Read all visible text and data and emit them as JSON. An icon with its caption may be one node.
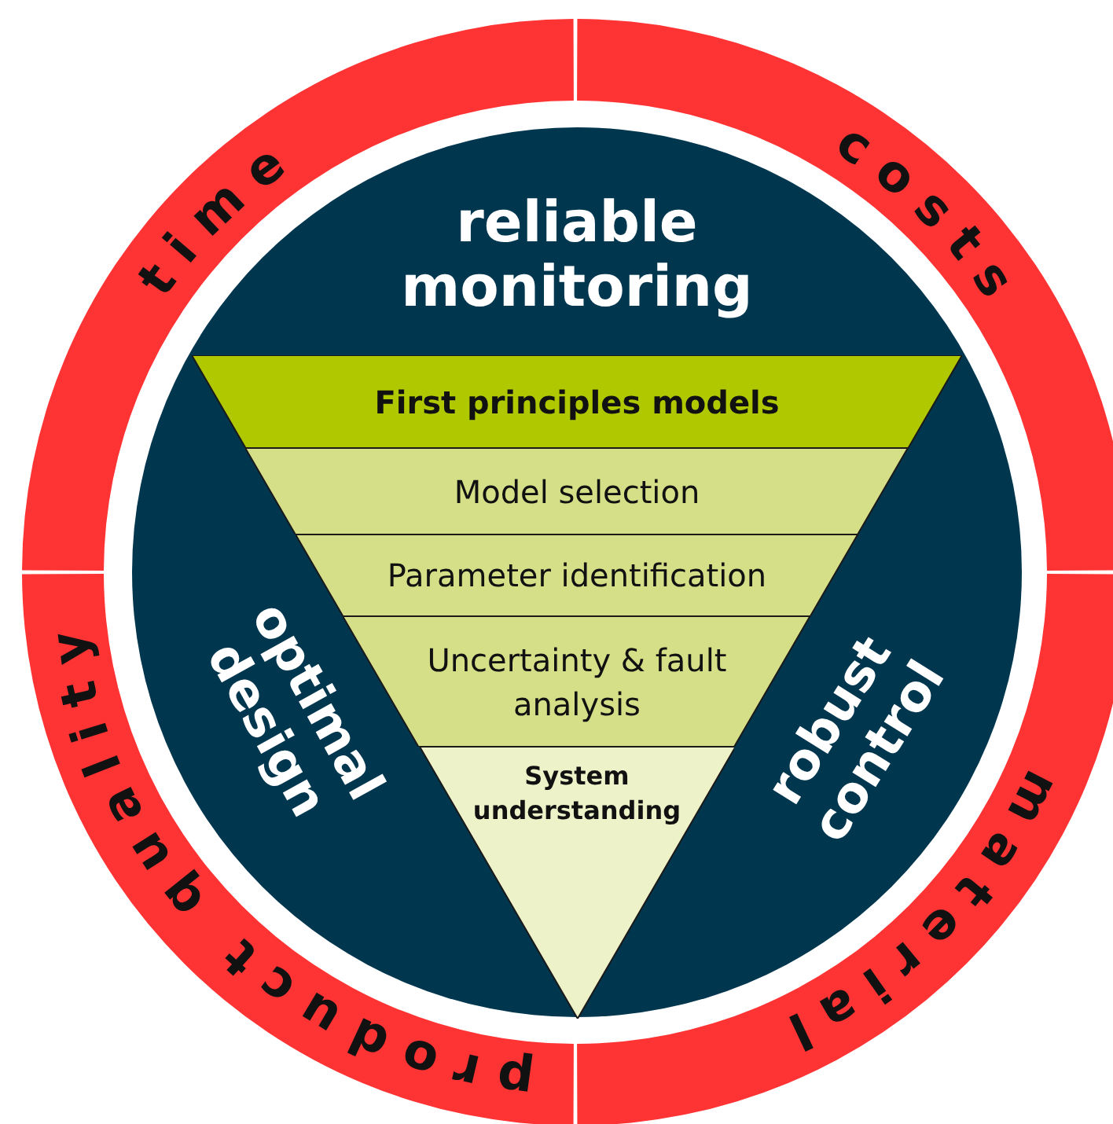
{
  "diagram": {
    "nodes": [
      {
        "text": [
          "time"
        ]
      },
      {
        "text": [
          "costs"
        ]
      },
      {
        "text": [
          "reliable monitoring"
        ]
      },
      {
        "text": [
          "optimal design"
        ]
      },
      {
        "text": [
          "robust control"
        ]
      },
      {
        "text": [
          "First principles models"
        ]
      },
      {
        "text": [
          "Model selection"
        ]
      },
      {
        "text": [
          "Parameter identification"
        ]
      },
      {
        "text": [
          "Uncertainty & fault analysis"
        ]
      },
      {
        "text": [
          "System understanding"
        ]
      },
      {
        "text": [
          "product quality"
        ]
      },
      {
        "text": [
          "material"
        ]
      }
    ]
  }
}
